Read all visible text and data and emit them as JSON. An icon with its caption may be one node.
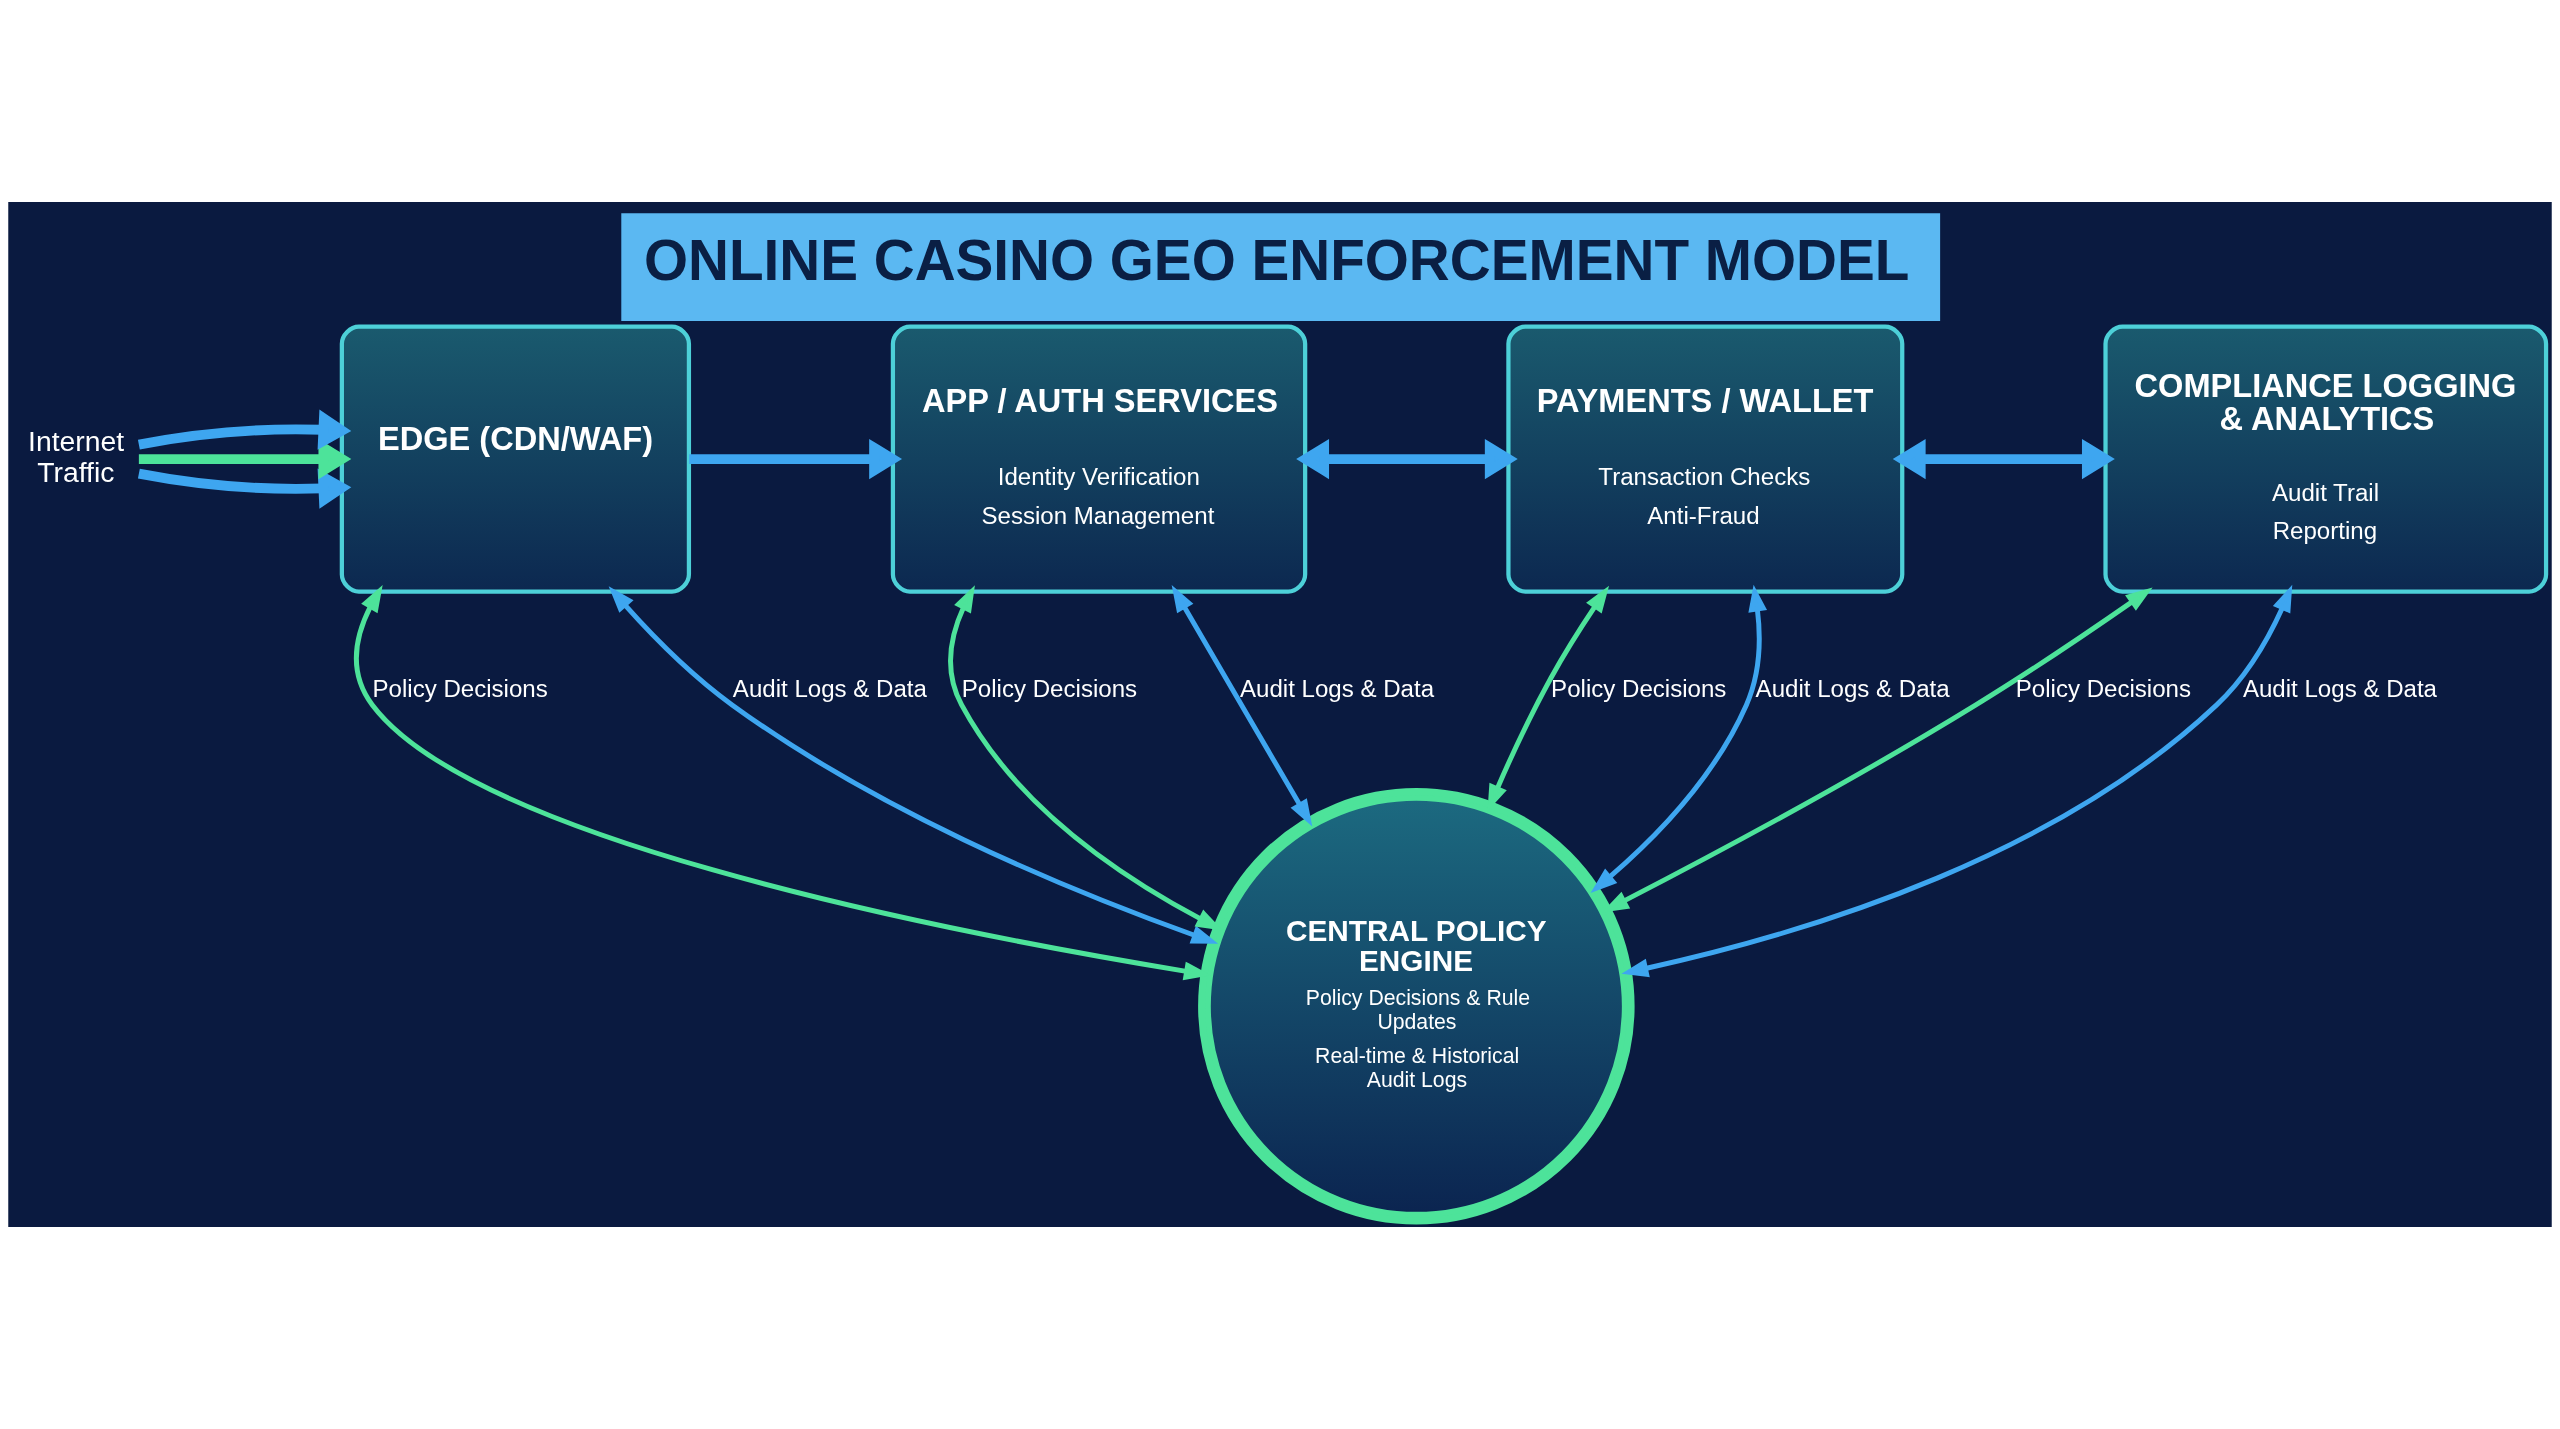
{
  "diagram": {
    "title": "ONLINE CASINO GEO ENFORCEMENT MODEL",
    "nodes": [
      {
        "text": [
          "Internet Traffic"
        ]
      },
      {
        "text": [
          "EDGE (CDN/WAF)"
        ]
      },
      {
        "text": [
          "APP / AUTH SERVICES",
          "Identity Verification",
          "Session Management"
        ]
      },
      {
        "text": [
          "PAYMENTS / WALLET",
          "Transaction Checks",
          "Anti-Fraud"
        ]
      },
      {
        "text": [
          "COMPLIANCE LOGGING & ANALYTICS",
          "Audit Trail",
          "Reporting"
        ]
      },
      {
        "text": [
          "CENTRAL POLICY ENGINE",
          "Policy Decisions & Rule Updates",
          "Real-time & Historical Audit Logs"
        ]
      }
    ],
    "edges": [
      {
        "from": 0,
        "to": 1,
        "arrow": "to",
        "style": "thick"
      },
      {
        "from": 0,
        "to": 1,
        "arrow": "to",
        "style": "thick",
        "color": "#4de39a"
      },
      {
        "from": 0,
        "to": 1,
        "arrow": "to",
        "style": "thick"
      },
      {
        "from": 1,
        "to": 2,
        "arrow": "to",
        "style": "thick"
      },
      {
        "from": 2,
        "to": 3,
        "arrow": "both",
        "style": "thick"
      },
      {
        "from": 3,
        "to": 4,
        "arrow": "both",
        "style": "thick"
      },
      {
        "from": 1,
        "to": 5,
        "arrow": "both",
        "label": "Policy Decisions",
        "color": "#4de39a"
      },
      {
        "from": 1,
        "to": 5,
        "arrow": "both",
        "label": "Audit Logs & Data"
      },
      {
        "from": 2,
        "to": 5,
        "arrow": "both",
        "label": "Policy Decisions",
        "color": "#4de39a"
      },
      {
        "from": 2,
        "to": 5,
        "arrow": "both",
        "label": "Audit Logs & Data"
      },
      {
        "from": 3,
        "to": 5,
        "arrow": "both",
        "label": "Policy Decisions",
        "color": "#4de39a"
      },
      {
        "from": 3,
        "to": 5,
        "arrow": "both",
        "label": "Audit Logs & Data"
      },
      {
        "from": 4,
        "to": 5,
        "arrow": "both",
        "label": "Policy Decisions",
        "color": "#4de39a"
      },
      {
        "from": 4,
        "to": 5,
        "arrow": "both",
        "label": "Audit Logs & Data"
      }
    ]
  }
}
